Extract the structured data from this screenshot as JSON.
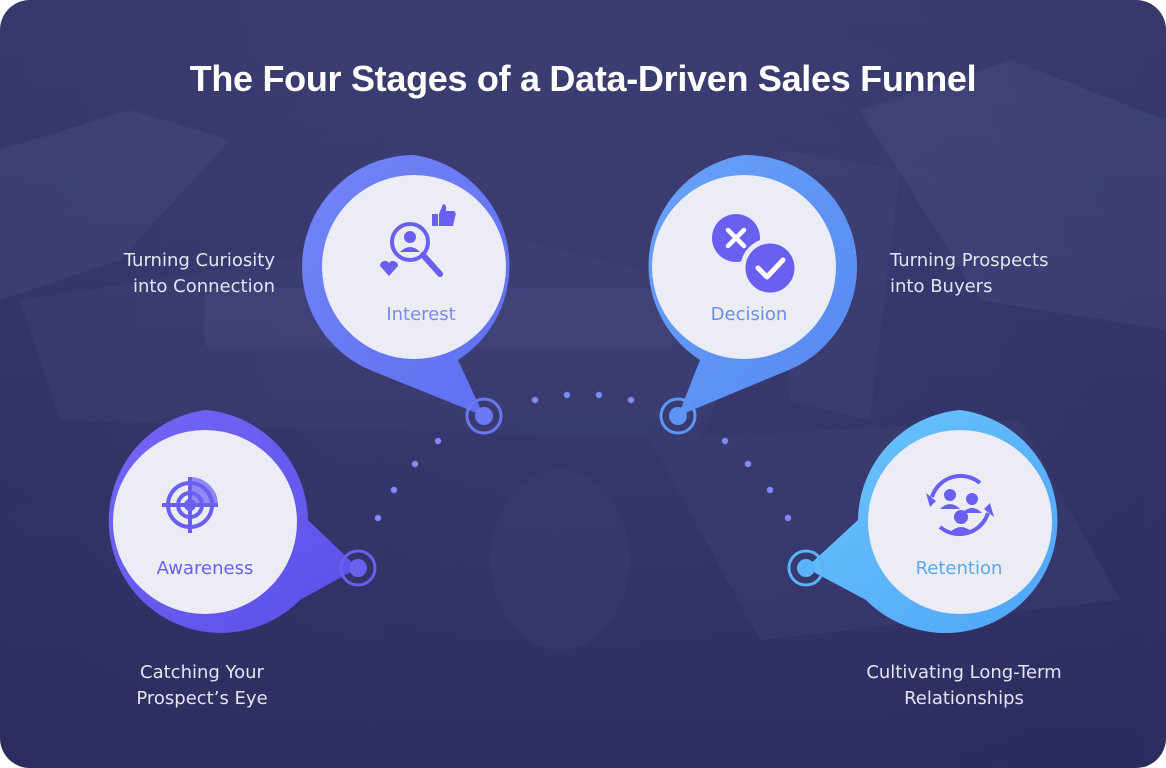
{
  "title": "The Four Stages of a Data-Driven Sales Funnel",
  "stages": [
    {
      "label": "Awareness",
      "icon": "radar-icon",
      "caption": [
        "Catching Your",
        "Prospect’s Eye"
      ],
      "color": "#6b5ff0"
    },
    {
      "label": "Interest",
      "icon": "search-user-like-icon",
      "caption": [
        "Turning Curiosity",
        "into Connection"
      ],
      "color": "#6a79f3"
    },
    {
      "label": "Decision",
      "icon": "cross-check-icon",
      "caption": [
        "Turning Prospects",
        "into Buyers"
      ],
      "color": "#5f95f6"
    },
    {
      "label": "Retention",
      "icon": "people-cycle-icon",
      "caption": [
        "Cultivating Long-Term",
        "Relationships"
      ],
      "color": "#5bb4fa"
    }
  ]
}
